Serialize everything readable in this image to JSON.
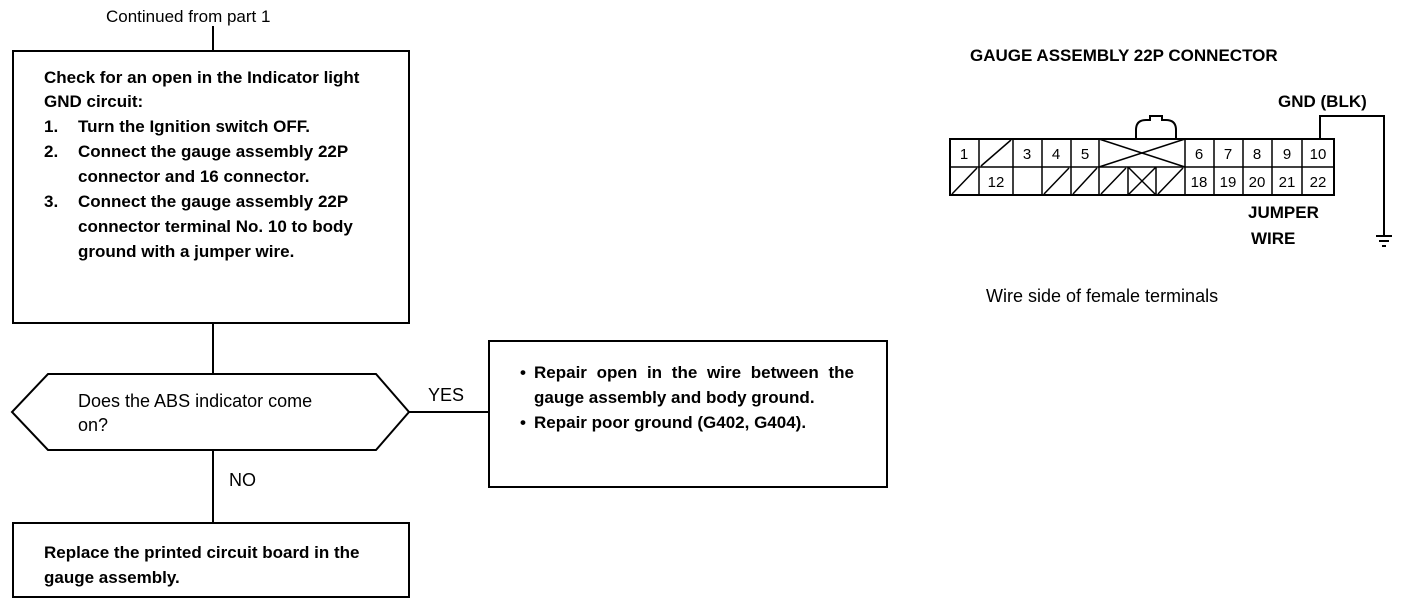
{
  "flowchart": {
    "continued_label": "Continued from part 1",
    "check_box": {
      "title": "Check for an open in the Indicator light GND circuit:",
      "steps": [
        {
          "num": "1.",
          "text": "Turn the Ignition switch OFF."
        },
        {
          "num": "2.",
          "text": "Connect the gauge assembly 22P connector and 16 connector."
        },
        {
          "num": "3.",
          "text": "Connect the gauge assembly 22P connector terminal No. 10 to body ground with a jumper wire."
        }
      ]
    },
    "decision": {
      "question": "Does the ABS indicator come on?",
      "yes_label": "YES",
      "no_label": "NO"
    },
    "repair_box": {
      "items": [
        "Repair open in the wire between the gauge assembly and body ground.",
        "Repair poor ground (G402, G404)."
      ]
    },
    "replace_box": {
      "text": "Replace the printed circuit board in the gauge assembly."
    }
  },
  "connector": {
    "title": "GAUGE ASSEMBLY 22P CONNECTOR",
    "gnd_label": "GND (BLK)",
    "jumper_label_1": "JUMPER",
    "jumper_label_2": "WIRE",
    "caption": "Wire side of female terminals",
    "top_row": [
      "1",
      "",
      "3",
      "4",
      "5",
      "6",
      "7",
      "8",
      "9",
      "10"
    ],
    "bottom_row": [
      "",
      "12",
      "",
      "",
      "",
      "",
      "",
      "18",
      "19",
      "20",
      "21",
      "22"
    ]
  }
}
